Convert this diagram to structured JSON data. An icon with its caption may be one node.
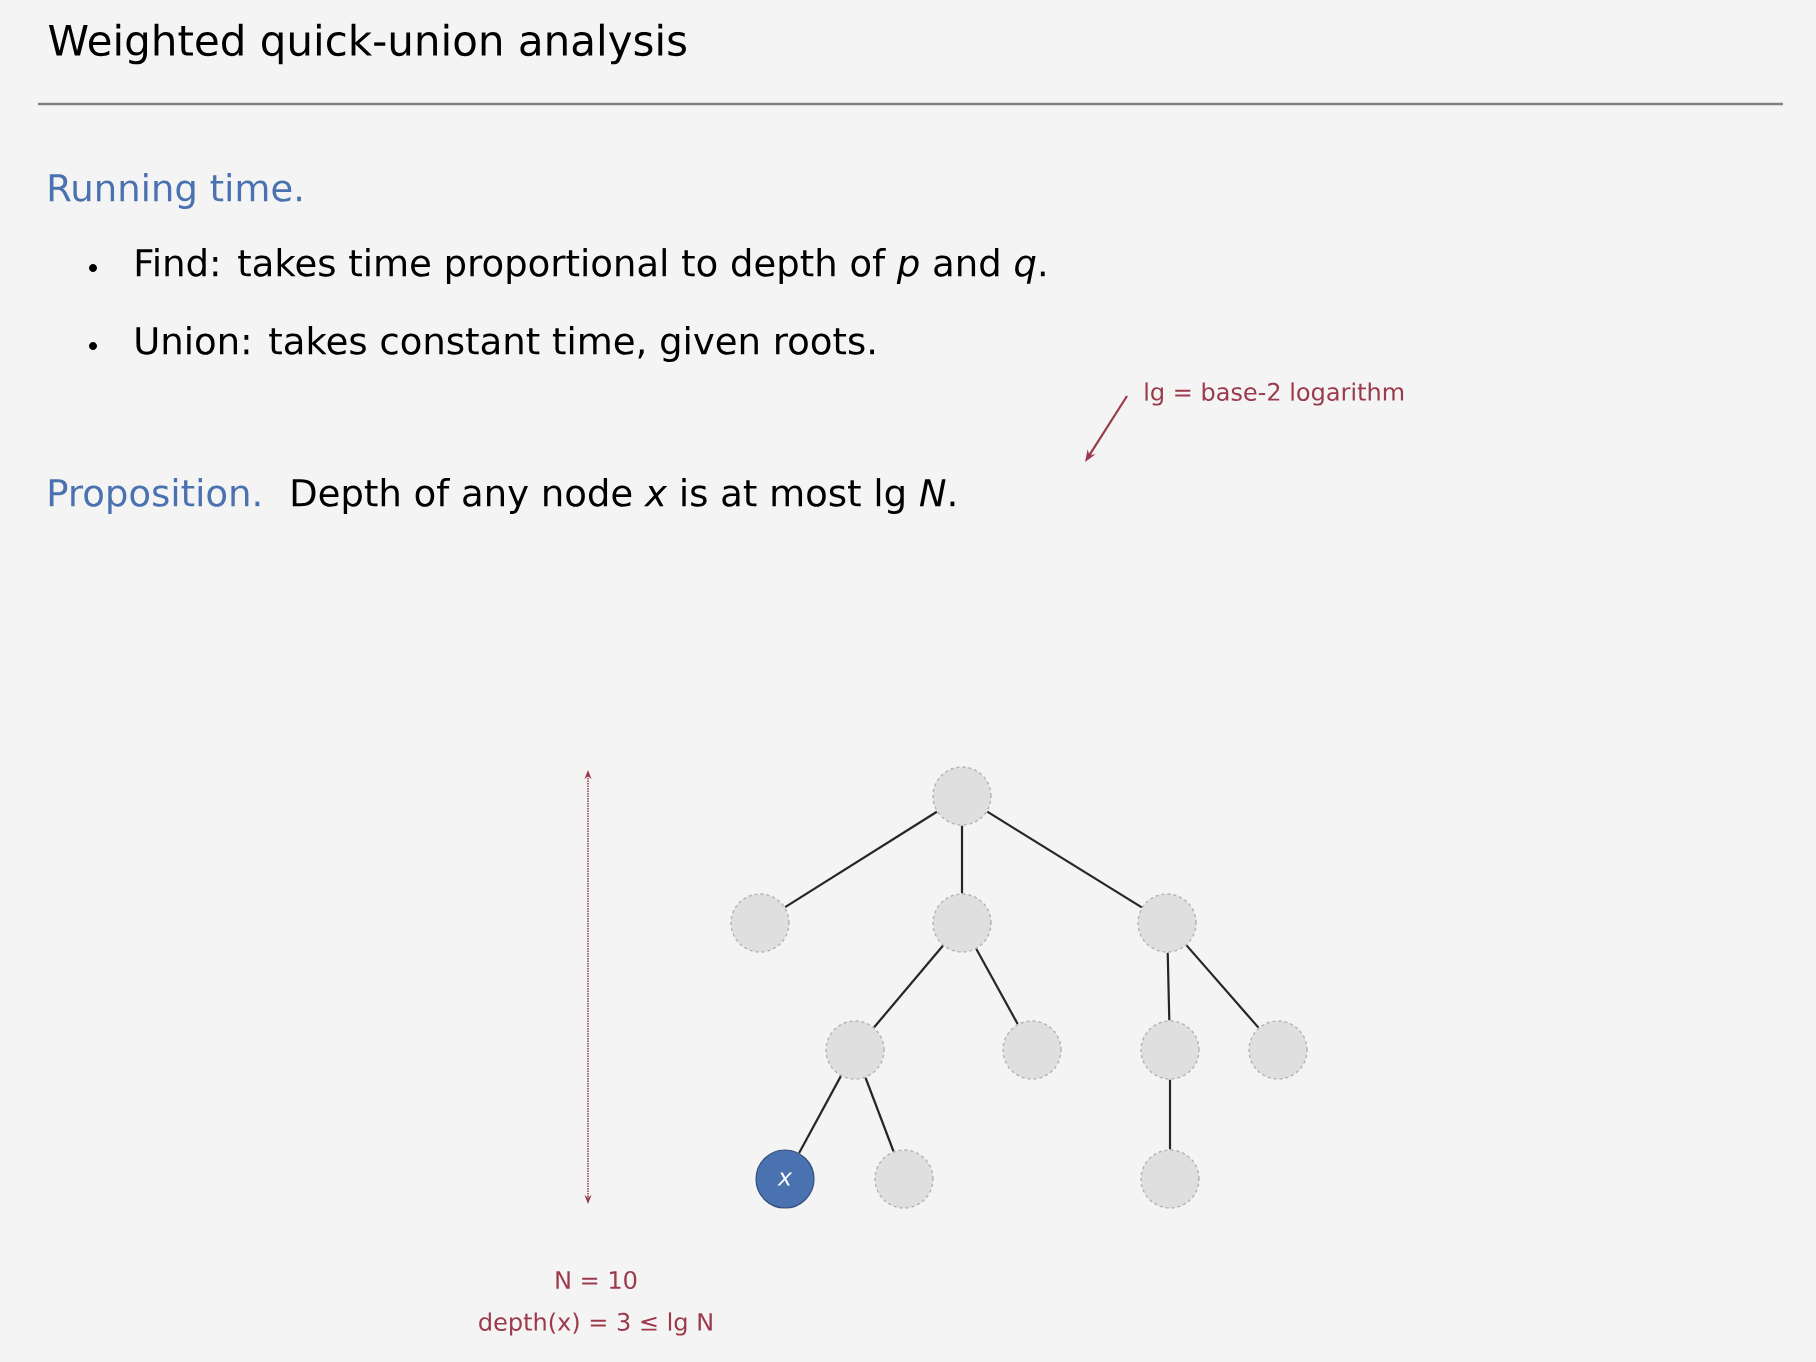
{
  "diagram": {
    "title": "Weighted quick-union analysis",
    "nodes": [
      {
        "text": [
          "lg = base-2 logarithm"
        ]
      },
      {
        "text": [],
        "shape": "circle"
      },
      {
        "text": [],
        "shape": "circle"
      },
      {
        "text": [],
        "shape": "circle"
      },
      {
        "text": [],
        "shape": "circle"
      },
      {
        "text": [],
        "shape": "circle"
      },
      {
        "text": [],
        "shape": "circle"
      },
      {
        "text": [],
        "shape": "circle"
      },
      {
        "text": [],
        "shape": "circle"
      },
      {
        "text": [
          "x"
        ]
      },
      {
        "text": [],
        "shape": "circle"
      },
      {
        "text": [],
        "shape": "circle"
      }
    ],
    "edges": [
      {
        "from": 0,
        "to": null,
        "arrow": "to",
        "color": "#9b3a4a"
      },
      {
        "from": 1,
        "to": 2,
        "arrow": "none"
      },
      {
        "from": 1,
        "to": 3,
        "arrow": "none"
      },
      {
        "from": 1,
        "to": 4,
        "arrow": "none"
      },
      {
        "from": 3,
        "to": 5,
        "arrow": "none"
      },
      {
        "from": 3,
        "to": 6,
        "arrow": "none"
      },
      {
        "from": 4,
        "to": 7,
        "arrow": "none"
      },
      {
        "from": 4,
        "to": 8,
        "arrow": "none"
      },
      {
        "from": 5,
        "to": 9,
        "arrow": "none"
      },
      {
        "from": 5,
        "to": 10,
        "arrow": "none"
      },
      {
        "from": 7,
        "to": 11,
        "arrow": "none"
      }
    ],
    "labels": [
      "Running time.",
      "Find:  takes time proportional to depth of *p* and *q*.",
      "Union:  takes constant time, given roots.",
      "Proposition.",
      "Depth of any node *x* is at most lg *N*.",
      "N = 10",
      "depth(x) = 3 ≤ lg N"
    ]
  }
}
